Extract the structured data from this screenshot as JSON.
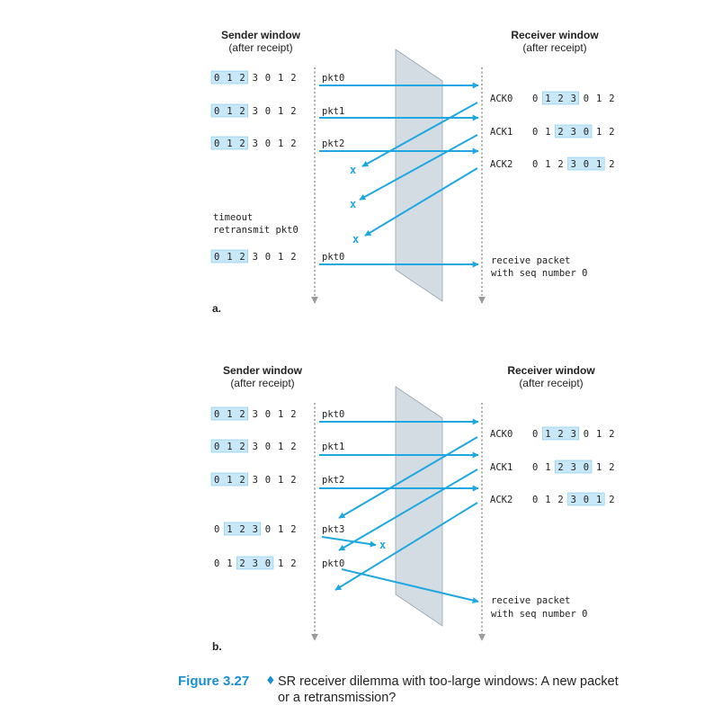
{
  "colors": {
    "arrow": "#1fa7e1",
    "window_fill": "#c9e8f7",
    "window_stroke": "#7cc7ea",
    "channel_fill": "#d3dbe3",
    "channel_edge": "#9aa6b2",
    "timeline": "#9a9a9a",
    "caption_blue": "#1a8fd0"
  },
  "panel_a": {
    "label": "a.",
    "sender_title": "Sender window",
    "sender_sub": "(after receipt)",
    "receiver_title": "Receiver window",
    "receiver_sub": "(after receipt)",
    "sender_rows": [
      {
        "seq": [
          "0",
          "1",
          "2",
          "3",
          "0",
          "1",
          "2"
        ],
        "win": [
          0,
          2
        ]
      },
      {
        "seq": [
          "0",
          "1",
          "2",
          "3",
          "0",
          "1",
          "2"
        ],
        "win": [
          0,
          2
        ]
      },
      {
        "seq": [
          "0",
          "1",
          "2",
          "3",
          "0",
          "1",
          "2"
        ],
        "win": [
          0,
          2
        ]
      },
      {
        "seq": [
          "0",
          "1",
          "2",
          "3",
          "0",
          "1",
          "2"
        ],
        "win": [
          0,
          2
        ]
      }
    ],
    "receiver_rows": [
      {
        "ack": "ACK0",
        "seq": [
          "0",
          "1",
          "2",
          "3",
          "0",
          "1",
          "2"
        ],
        "win": [
          1,
          3
        ]
      },
      {
        "ack": "ACK1",
        "seq": [
          "0",
          "1",
          "2",
          "3",
          "0",
          "1",
          "2"
        ],
        "win": [
          2,
          4
        ]
      },
      {
        "ack": "ACK2",
        "seq": [
          "0",
          "1",
          "2",
          "3",
          "0",
          "1",
          "2"
        ],
        "win": [
          3,
          5
        ]
      }
    ],
    "packets": [
      "pkt0",
      "pkt1",
      "pkt2",
      "pkt0"
    ],
    "lost_marks": [
      "x",
      "x",
      "x"
    ],
    "timeout_text": "timeout",
    "retransmit_text": "retransmit pkt0",
    "receive_line1": "receive packet",
    "receive_line2": "with seq number 0"
  },
  "panel_b": {
    "label": "b.",
    "sender_title": "Sender window",
    "sender_sub": "(after receipt)",
    "receiver_title": "Receiver window",
    "receiver_sub": "(after receipt)",
    "sender_rows": [
      {
        "seq": [
          "0",
          "1",
          "2",
          "3",
          "0",
          "1",
          "2"
        ],
        "win": [
          0,
          2
        ]
      },
      {
        "seq": [
          "0",
          "1",
          "2",
          "3",
          "0",
          "1",
          "2"
        ],
        "win": [
          0,
          2
        ]
      },
      {
        "seq": [
          "0",
          "1",
          "2",
          "3",
          "0",
          "1",
          "2"
        ],
        "win": [
          0,
          2
        ]
      },
      {
        "seq": [
          "0",
          "1",
          "2",
          "3",
          "0",
          "1",
          "2"
        ],
        "win": [
          1,
          3
        ]
      },
      {
        "seq": [
          "0",
          "1",
          "2",
          "3",
          "0",
          "1",
          "2"
        ],
        "win": [
          2,
          4
        ]
      }
    ],
    "receiver_rows": [
      {
        "ack": "ACK0",
        "seq": [
          "0",
          "1",
          "2",
          "3",
          "0",
          "1",
          "2"
        ],
        "win": [
          1,
          3
        ]
      },
      {
        "ack": "ACK1",
        "seq": [
          "0",
          "1",
          "2",
          "3",
          "0",
          "1",
          "2"
        ],
        "win": [
          2,
          4
        ]
      },
      {
        "ack": "ACK2",
        "seq": [
          "0",
          "1",
          "2",
          "3",
          "0",
          "1",
          "2"
        ],
        "win": [
          3,
          5
        ]
      }
    ],
    "packets": [
      "pkt0",
      "pkt1",
      "pkt2",
      "pkt3",
      "pkt0"
    ],
    "lost_mark": "x",
    "receive_line1": "receive packet",
    "receive_line2": "with seq number 0"
  },
  "caption": {
    "figure": "Figure 3.27",
    "diamond": "♦",
    "line1": "SR receiver dilemma with too-large windows: A new packet",
    "line2": "or a retransmission?"
  }
}
